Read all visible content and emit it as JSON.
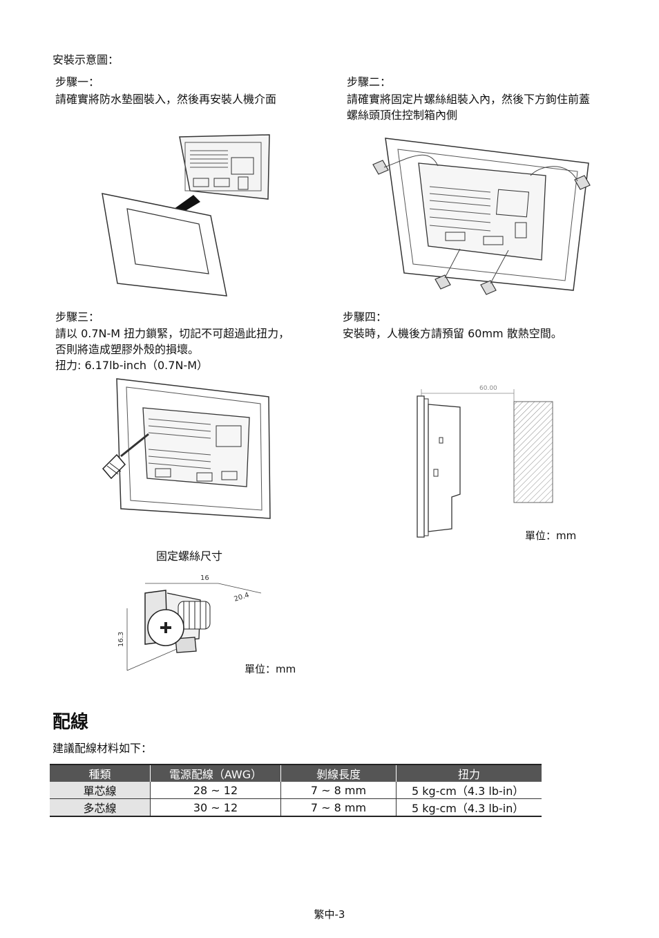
{
  "heading_install": "安裝示意圖：",
  "steps": [
    {
      "title": "步驟一：",
      "lines": [
        "請確實將防水墊圈裝入，然後再安裝人機介面"
      ]
    },
    {
      "title": "步驟二：",
      "lines": [
        "請確實將固定片螺絲組裝入內，然後下方鉤住前蓋",
        "螺絲頭頂住控制箱內側"
      ]
    },
    {
      "title": "步驟三：",
      "lines": [
        "請以 0.7N-M 扭力鎖緊，切記不可超過此扭力，",
        "否則將造成塑膠外殼的損壞。",
        "扭力: 6.17lb-inch（0.7N-M）"
      ]
    },
    {
      "title": "步驟四：",
      "lines": [
        "安裝時，人機後方請預留 60mm 散熱空間。"
      ]
    }
  ],
  "clearance_dim": "60.00",
  "unit_label": "單位：mm",
  "screw_title": "固定螺絲尺寸",
  "screw_dims": {
    "a": "16",
    "b": "20.4",
    "c": "16.3"
  },
  "wiring_title": "配線",
  "wiring_intro": "建議配線材料如下：",
  "table": {
    "headers": [
      "種類",
      "電源配線（AWG）",
      "剝線長度",
      "扭力"
    ],
    "rows": [
      [
        "單芯線",
        "28 ~ 12",
        "7 ~ 8 mm",
        "5 kg-cm（4.3 lb-in）"
      ],
      [
        "多芯線",
        "30 ~ 12",
        "7 ~ 8 mm",
        "5 kg-cm（4.3 lb-in）"
      ]
    ]
  },
  "footer": "繁中-3"
}
